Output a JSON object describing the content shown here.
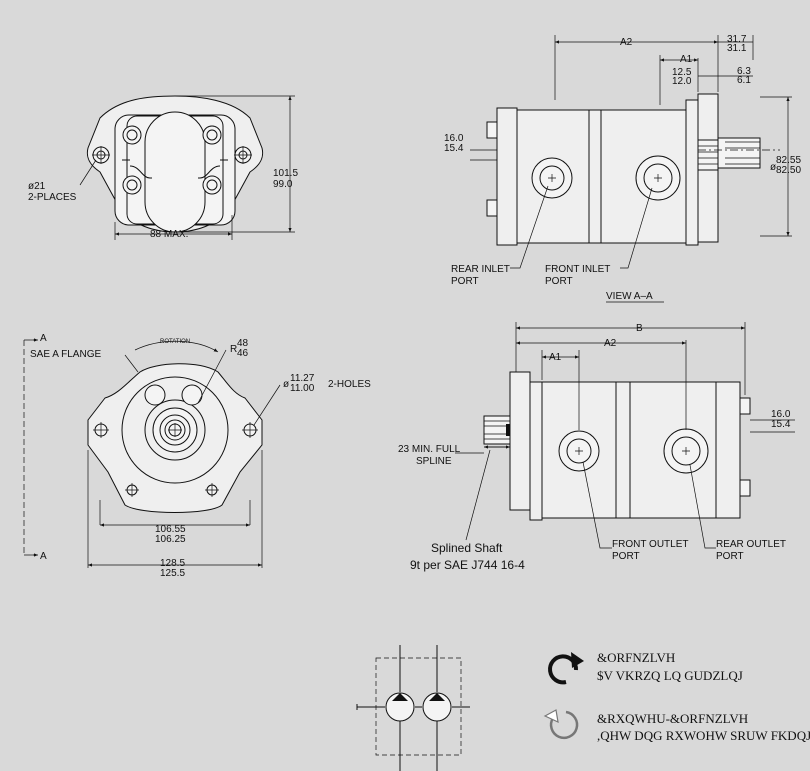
{
  "top_front": {
    "hole_dia": "ø21",
    "hole_places": "2-PLACES",
    "height_max": "101.5",
    "height_min": "99.0",
    "width": "88 MAX."
  },
  "view_aa": {
    "a2": "A2",
    "a1": "A1",
    "dim_317": "31.7",
    "dim_311": "31.1",
    "dim_125": "12.5",
    "dim_120": "12.0",
    "dim_63": "6.3",
    "dim_61": "6.1",
    "dim_160": "16.0",
    "dim_154": "15.4",
    "pilot_max": "82.55",
    "pilot_min": "82.50",
    "pilot_prefix": "ø",
    "rear_inlet_1": "REAR INLET",
    "rear_inlet_2": "PORT",
    "front_inlet_1": "FRONT INLET",
    "front_inlet_2": "PORT",
    "title": "VIEW A–A"
  },
  "flange_view": {
    "sae": "SAE A FLANGE",
    "a_top": "A",
    "a_bot": "A",
    "rotation": "ROTATION",
    "r_max": "48",
    "r_min": "46",
    "r_prefix": "R",
    "hole_max": "11.27",
    "hole_min": "11.00",
    "hole_prefix": "ø",
    "holes": "2-HOLES",
    "bolt_max": "106.55",
    "bolt_min": "106.25",
    "width_max": "128.5",
    "width_min": "125.5"
  },
  "side_view": {
    "b": "B",
    "a2": "A2",
    "a1": "A1",
    "dim_160": "16.0",
    "dim_154": "15.4",
    "spline_1": "23 MIN. FULL",
    "spline_2": "SPLINE",
    "front_outlet_1": "FRONT OUTLET",
    "front_outlet_2": "PORT",
    "rear_outlet_1": "REAR OUTLET",
    "rear_outlet_2": "PORT"
  },
  "shaft_note": {
    "line1": "Splined Shaft",
    "line2": "9t per SAE J744 16-4"
  },
  "legend": {
    "cw_title": "&ORFNZLVH",
    "cw_sub": "$V VKRZQ LQ GUDZLQJ",
    "ccw_title": "&RXQWHU-&ORFNZLVH",
    "ccw_sub": ",QHW DQG RXWOHW SRUW FKDQJHG"
  }
}
